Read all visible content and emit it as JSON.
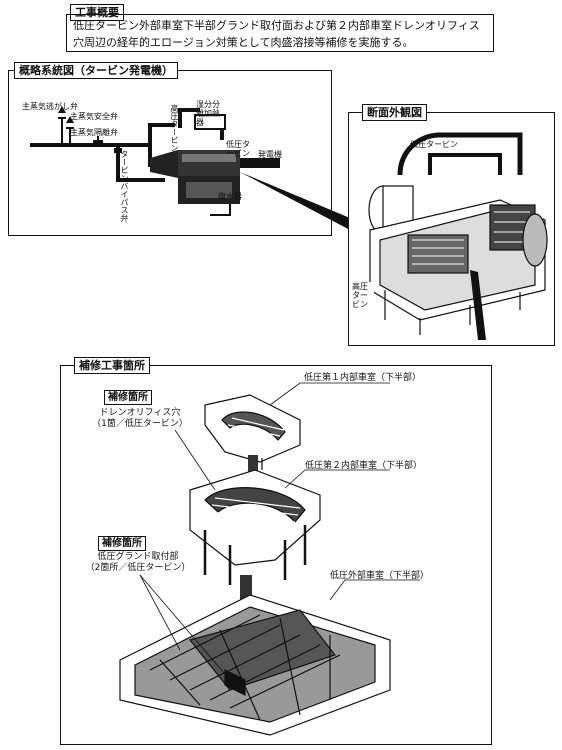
{
  "header": {
    "title": "工事概要",
    "summary_line1": "低圧タービン外部車室下半部グランド取付面および第２内部車室ドレンオリフィス",
    "summary_line2": "穴周辺の経年的エロージョン対策として肉盛溶接等補修を実施する。"
  },
  "system_diagram": {
    "title": "概略系統図（タービン発電機）",
    "labels": {
      "main_steam_relief": "主蒸気逃がし弁",
      "main_steam_safety": "主蒸気安全弁",
      "main_steam_isolation": "主蒸気隔離弁",
      "turbine_bypass": "タービンバイパス弁",
      "moisture_separator": "湿分分離加熱器",
      "hp_turbine": "高圧タービン",
      "lp_turbine": "低圧タービン",
      "generator": "発電機",
      "condenser": "復水器"
    }
  },
  "section_view": {
    "title": "断面外観図",
    "lp_turbine": "低圧タービン",
    "hp_turbine": "高圧タービン"
  },
  "repair": {
    "title": "補修工事箇所",
    "part_lp1_inner": "低圧第１内部車室（下半部）",
    "part_lp2_inner": "低圧第２内部車室（下半部）",
    "part_lp_outer": "低圧外部車室（下半部）",
    "spot_label": "補修箇所",
    "spot1_line1": "ドレンオリフィス穴",
    "spot1_line2": "（1箇／低圧タービン）",
    "spot2_line1": "低圧グランド取付部",
    "spot2_line2": "（2箇所／低圧タービン）"
  }
}
